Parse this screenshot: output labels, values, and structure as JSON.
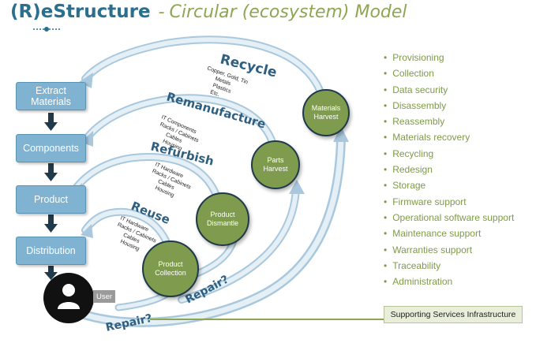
{
  "title": {
    "brand": "(R)eStructure",
    "dash": "-",
    "subtitle": "Circular (ecosystem) Model"
  },
  "flow": [
    "Extract Materials",
    "Components",
    "Product",
    "Distribution"
  ],
  "user": {
    "label": "User"
  },
  "loops": {
    "recycle": {
      "label": "Recycle",
      "materials": [
        "Copper, Gold, Tin",
        "Metals",
        "Plastics",
        "Etc."
      ]
    },
    "remanufacture": {
      "label": "Remanufacture",
      "materials": [
        "IT Components",
        "Racks / Cabinets",
        "Cables",
        "Housing"
      ]
    },
    "refurbish": {
      "label": "Refurbish",
      "materials": [
        "IT Hardware",
        "Racks / Cabinets",
        "Cables",
        "Housing"
      ]
    },
    "reuse": {
      "label": "Reuse",
      "materials": [
        "IT Hardware",
        "Racks / Cabinets",
        "Cables",
        "Housing"
      ]
    }
  },
  "stages": {
    "materials_harvest": [
      "Materials",
      "Harvest"
    ],
    "parts_harvest": [
      "Parts",
      "Harvest"
    ],
    "product_dismantle": [
      "Product",
      "Dismantle"
    ],
    "product_collection": [
      "Product",
      "Collection"
    ]
  },
  "repair_labels": [
    "Repair?",
    "Repair?"
  ],
  "services": [
    "Provisioning",
    "Collection",
    "Data security",
    "Disassembly",
    "Reassembly",
    "Materials recovery",
    "Recycling",
    "Redesign",
    "Storage",
    "Firmware support",
    "Operational software support",
    "Maintenance support",
    "Warranties support",
    "Traceability",
    "Administration"
  ],
  "support_bar": "Supporting Services Infrastructure",
  "colors": {
    "brand": "#2b6f8e",
    "accent_green": "#8ea652",
    "box_blue": "#7fb3d1",
    "circle_green": "#7f9b4e",
    "arrow_light_blue": "#cfe3f0",
    "flow_arrow": "#1f3a4a"
  }
}
